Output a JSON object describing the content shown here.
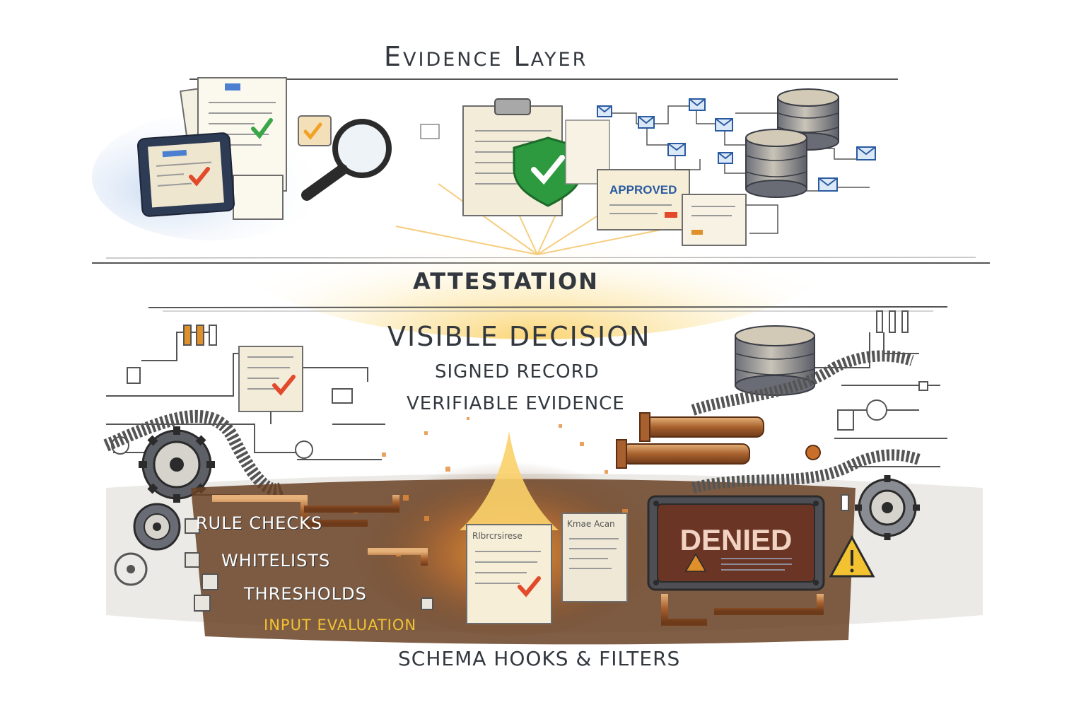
{
  "layers": {
    "evidence_title": "Evidence Layer",
    "attestation_title": "Attestation",
    "decision": {
      "title": "Visible Decision",
      "line1": "Signed Record",
      "line2": "Verifiable Evidence"
    },
    "bottom_title": "Schema Hooks & Filters"
  },
  "stamp_approved": "APPROVED",
  "stamp_denied": "DENIED",
  "filter_steps": [
    "Rule Checks",
    "Whitelists",
    "Thresholds",
    "Input Evaluation"
  ],
  "doc_labels": [
    "Rlbrcrsirese",
    "Kmae Acan"
  ],
  "colors": {
    "check_green": "#3aa648",
    "check_red": "#e24a2b",
    "approved_blue": "#2a5aa0",
    "denied_bg": "#6b3525",
    "denied_text": "#f2d2c2",
    "input_eval_yellow": "#f2c230",
    "ink": "#33383f"
  },
  "icons": [
    "magnifier-icon",
    "clipboard-icon",
    "shield-check-icon",
    "database-icon",
    "envelope-icon",
    "gear-icon",
    "warning-icon",
    "tablet-icon",
    "pipe-icon"
  ]
}
